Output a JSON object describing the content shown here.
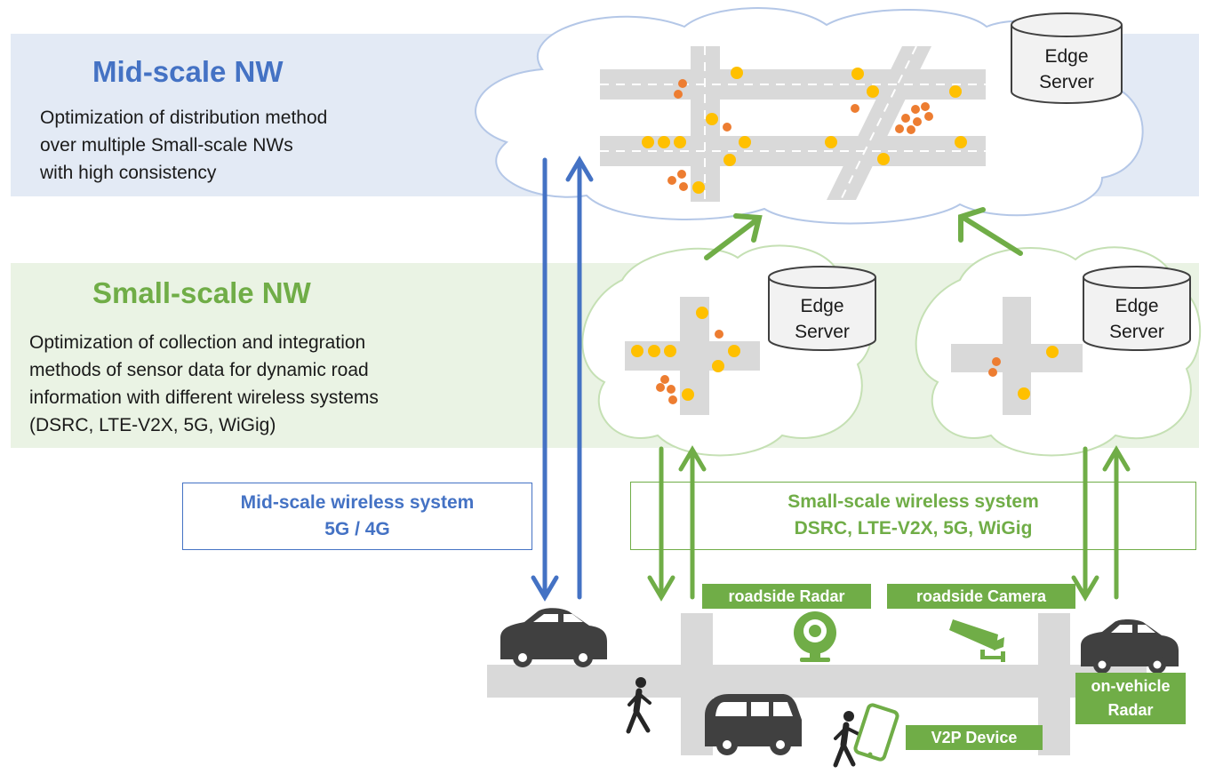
{
  "mid_scale": {
    "title": "Mid-scale NW",
    "description": [
      "Optimization of distribution method",
      "over multiple Small-scale NWs",
      "with high consistency"
    ]
  },
  "small_scale": {
    "title": "Small-scale NW",
    "description": [
      "Optimization of collection and integration",
      "methods of sensor data for dynamic road",
      "information with different wireless systems",
      "(DSRC, LTE-V2X, 5G, WiGig)"
    ]
  },
  "edge_server": {
    "line1": "Edge",
    "line2": "Server"
  },
  "mid_wireless": {
    "line1": "Mid-scale wireless system",
    "line2": "5G / 4G"
  },
  "small_wireless": {
    "line1": "Small-scale wireless system",
    "line2": "DSRC, LTE-V2X, 5G, WiGig"
  },
  "labels": {
    "roadside_radar": "roadside Radar",
    "roadside_camera": "roadside Camera",
    "on_vehicle_radar_1": "on-vehicle",
    "on_vehicle_radar_2": "Radar",
    "v2p_device": "V2P Device"
  },
  "colors": {
    "mid_blue": "#4472c4",
    "small_green": "#70ad47",
    "mid_band": "#e3eaf5",
    "small_band": "#eaf3e4",
    "road": "#d9d9d9",
    "vehicle_dot": "#ffc000",
    "object_dot": "#ed7d31",
    "icon_dark": "#404040"
  }
}
